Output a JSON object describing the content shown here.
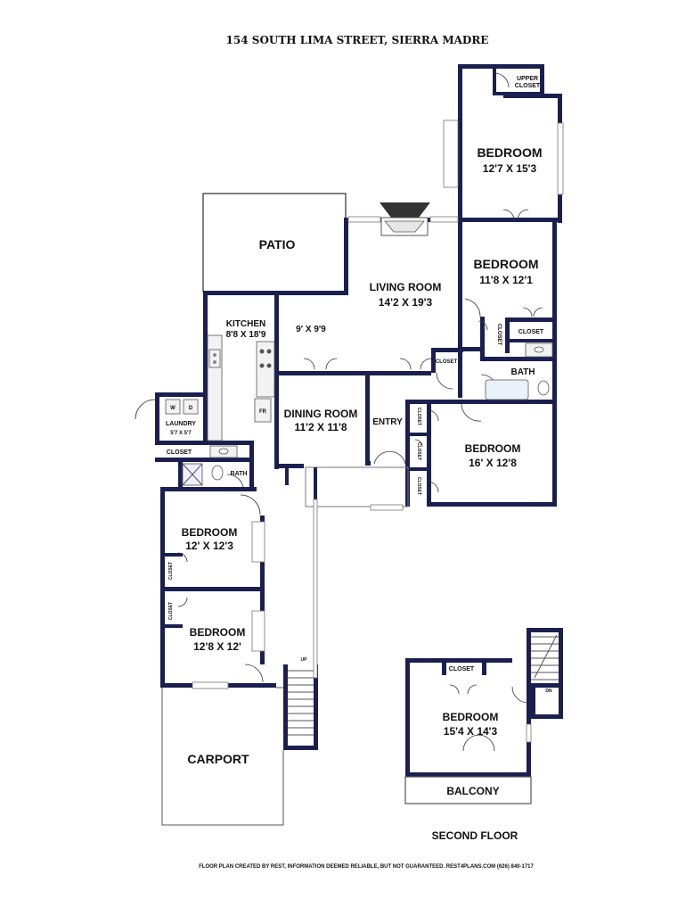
{
  "title": "154 SOUTH LIMA STREET, SIERRA MADRE",
  "footer": "FLOOR PLAN CREATED BY REST, INFORMATION DEEMED RELIABLE, BUT NOT GUARANTEED. REST4PLANS.COM (626) 840-1717",
  "second_floor_label": "SECOND FLOOR",
  "rooms": {
    "bedroom_top": {
      "name": "BEDROOM",
      "dims": "12'7 X 15'3"
    },
    "upper_closet": {
      "line1": "UPPER",
      "line2": "CLOSET"
    },
    "patio": {
      "name": "PATIO"
    },
    "bedroom_right1": {
      "name": "BEDROOM",
      "dims": "11'8 X 12'1"
    },
    "living_room": {
      "name": "LIVING ROOM",
      "dims": "14'2 X 19'3"
    },
    "kitchen": {
      "name": "KITCHEN",
      "dims": "8'8 X 18'9"
    },
    "nook": {
      "dims": "9' X 9'9"
    },
    "closet_a": "CLOSET",
    "closet_b": "CLOSET",
    "closet_c": "CLOSET",
    "bath_right": "BATH",
    "dining_room": {
      "name": "DINING ROOM",
      "dims": "11'2 X 11'8"
    },
    "entry": "ENTRY",
    "closet_d": "CLOSET",
    "closet_e": "CLOSET",
    "closet_f": "CLOSET",
    "bedroom_right2": {
      "name": "BEDROOM",
      "dims": "16' X 12'8"
    },
    "laundry": {
      "name": "LAUNDRY",
      "dims": "5'7 X 5'7"
    },
    "fr": "FR",
    "closet_laundry": "CLOSET",
    "bath_left": "BATH",
    "bedroom_left1": {
      "name": "BEDROOM",
      "dims": "12' X 12'3"
    },
    "closet_left1": "CLOSET",
    "closet_left2": "CLOSET",
    "bedroom_left2": {
      "name": "BEDROOM",
      "dims": "12'8 X 12'"
    },
    "up": "UP",
    "carport": {
      "name": "CARPORT"
    },
    "closet_upper": "CLOSET",
    "dn": "DN",
    "bedroom_upper": {
      "name": "BEDROOM",
      "dims": "15'4 X 14'3"
    },
    "balcony": {
      "name": "BALCONY"
    }
  }
}
